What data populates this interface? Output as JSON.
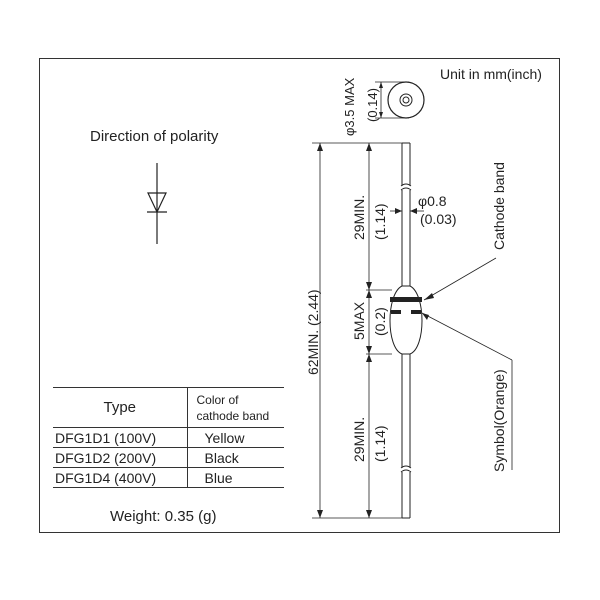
{
  "unit_note": "Unit in mm(inch)",
  "polarity_label": "Direction of polarity",
  "dimensions": {
    "body_diameter": "φ3.5 MAX",
    "body_diameter_inch": "(0.14)",
    "lead_length_top": "29MIN.",
    "lead_length_top_inch": "(1.14)",
    "lead_length_bottom": "29MIN.",
    "lead_length_bottom_inch": "(1.14)",
    "body_length": "5MAX",
    "body_length_inch": "(0.2)",
    "overall_length": "62MIN. (2.44)",
    "lead_diameter": "φ0.8",
    "lead_diameter_inch": "(0.03)"
  },
  "callouts": {
    "cathode_band": "Cathode band",
    "symbol": "Symbol(Orange)"
  },
  "table": {
    "header_type": "Type",
    "header_color_line1": "Color of",
    "header_color_line2": "cathode band",
    "rows": [
      {
        "model": "DFG1D1  (100V)",
        "color": "Yellow"
      },
      {
        "model": "DFG1D2  (200V)",
        "color": "Black"
      },
      {
        "model": "DFG1D4  (400V)",
        "color": "Blue"
      }
    ]
  },
  "weight": "Weight: 0.35 (g)"
}
